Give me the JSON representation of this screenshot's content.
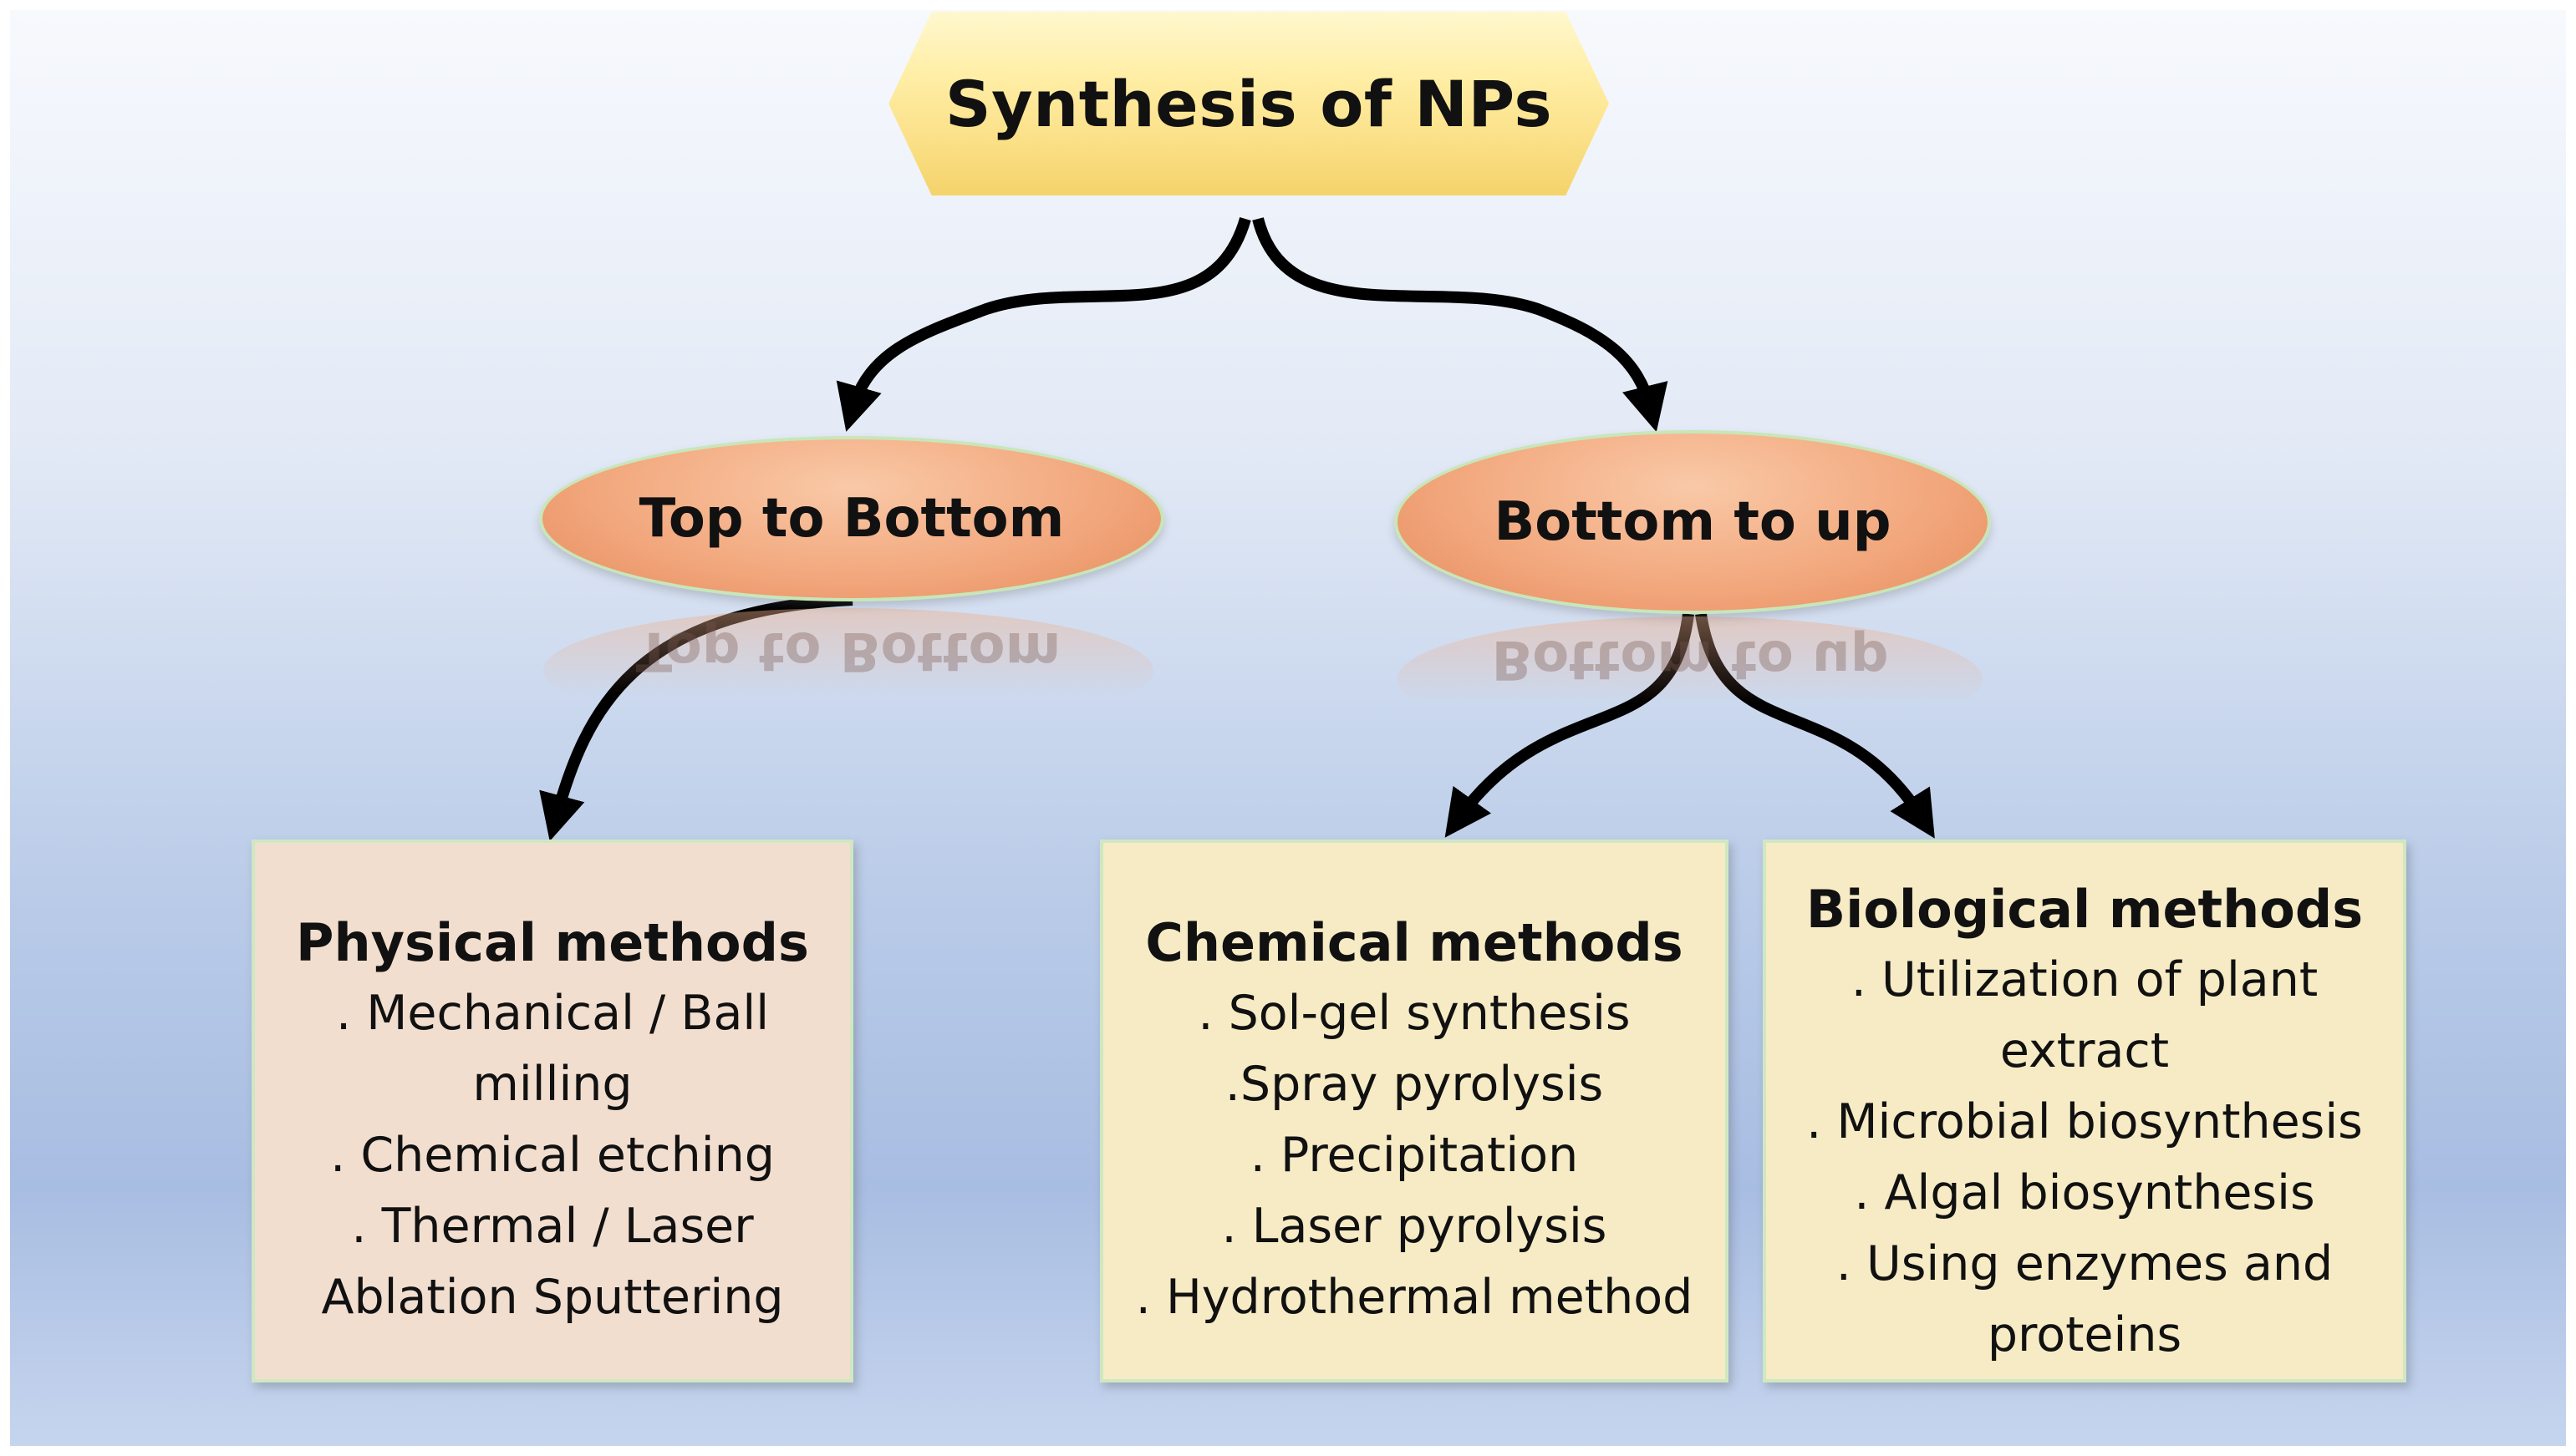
{
  "title": "Synthesis of NPs",
  "approaches": [
    {
      "label": "Top to Bottom",
      "reflection": "Top to Bottom"
    },
    {
      "label": "Bottom to up",
      "reflection": "Bottom to up"
    }
  ],
  "methods": {
    "physical": {
      "title": "Physical methods",
      "lines": [
        ". Mechanical / Ball",
        "milling",
        ". Chemical etching",
        ". Thermal / Laser",
        "Ablation Sputtering"
      ]
    },
    "chemical": {
      "title": "Chemical methods",
      "lines": [
        ". Sol-gel synthesis",
        ".Spray pyrolysis",
        ". Precipitation",
        ". Laser pyrolysis",
        ". Hydrothermal method"
      ]
    },
    "biological": {
      "title": "Biological methods",
      "lines": [
        ". Utilization of plant",
        "extract",
        ". Microbial biosynthesis",
        ". Algal biosynthesis",
        ". Using enzymes and",
        "proteins"
      ]
    }
  },
  "colors": {
    "title_fill": "#ffeea6",
    "ellipse_fill": "#f2a67b",
    "physical_fill": "#f2decf",
    "chemical_fill": "#f6ebc5",
    "biological_fill": "#f6ebc5",
    "arrow": "#000000",
    "border_glow": "#cfe8c2"
  }
}
